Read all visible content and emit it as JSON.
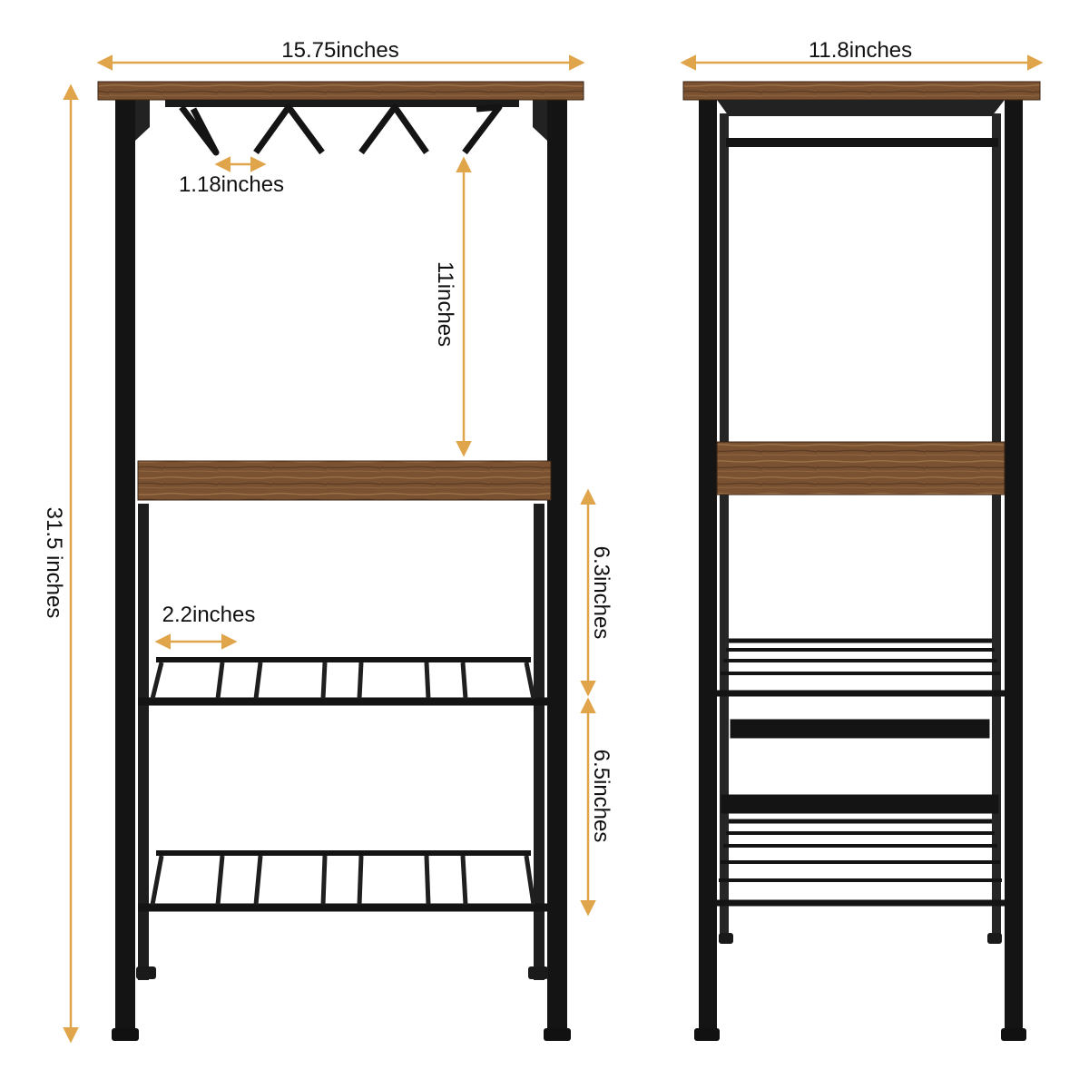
{
  "colors": {
    "frame": "#141414",
    "wood": "#7a5232",
    "wood_dark": "#4b2f1c",
    "wood_grain": "#a77a4f",
    "arrow": "#e0a44a"
  },
  "dimensions": {
    "front_width": "15.75inches",
    "side_depth": "11.8inches",
    "total_height": "31.5 inches",
    "hook_gap": "1.18inches",
    "upper_clearance": "11inches",
    "rod_gap": "2.2inches",
    "middle_gap": "6.3inches",
    "lower_gap": "6.5inches"
  },
  "views": {
    "front": "front-view",
    "side": "side-view"
  }
}
